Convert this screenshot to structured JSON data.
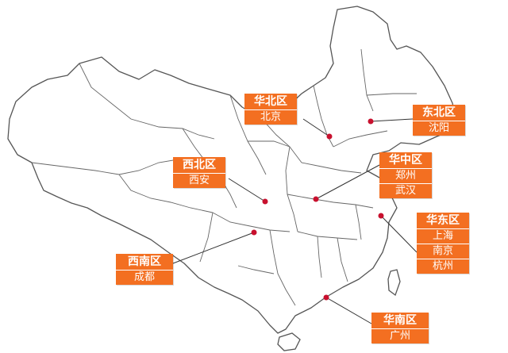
{
  "map": {
    "accent_color": "#f36f21",
    "dot_color": "#c8102e",
    "outline_color": "#555555",
    "regions": [
      {
        "id": "north",
        "name": "华北区",
        "cities": [
          "北京"
        ]
      },
      {
        "id": "northeast",
        "name": "东北区",
        "cities": [
          "沈阳"
        ]
      },
      {
        "id": "northwest",
        "name": "西北区",
        "cities": [
          "西安"
        ]
      },
      {
        "id": "central",
        "name": "华中区",
        "cities": [
          "郑州",
          "武汉"
        ]
      },
      {
        "id": "east",
        "name": "华东区",
        "cities": [
          "上海",
          "南京",
          "杭州"
        ]
      },
      {
        "id": "southwest",
        "name": "西南区",
        "cities": [
          "成都"
        ]
      },
      {
        "id": "south",
        "name": "华南区",
        "cities": [
          "广州"
        ]
      }
    ]
  }
}
